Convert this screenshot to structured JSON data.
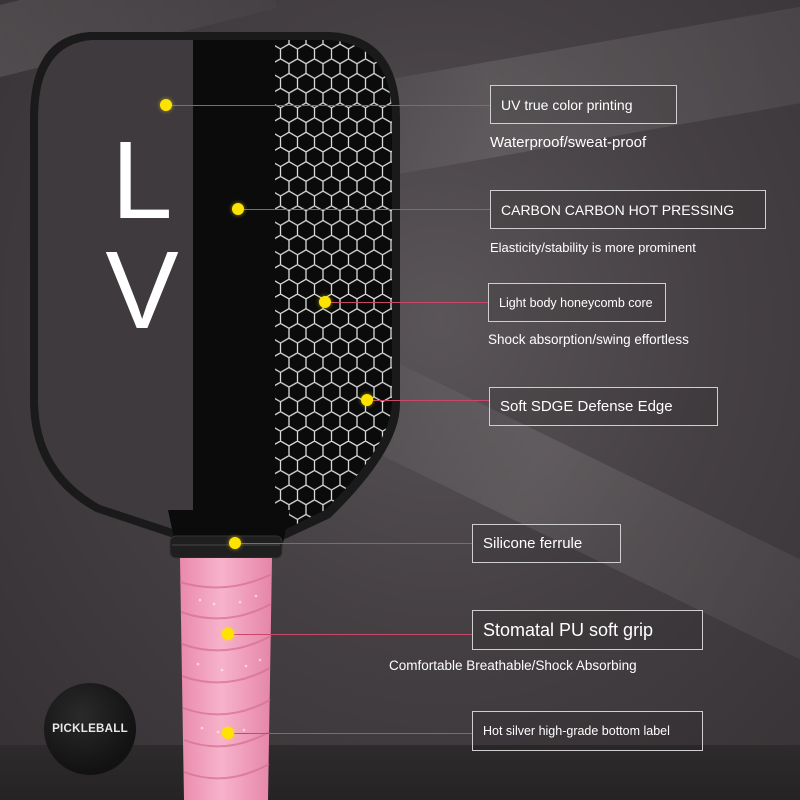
{
  "paddle": {
    "face_letters": [
      "L",
      "V"
    ]
  },
  "callouts": [
    {
      "label": "UV true color printing",
      "caption": "Waterproof/sweat-proof"
    },
    {
      "label": "CARBON CARBON HOT PRESSING",
      "caption": "Elasticity/stability is more prominent"
    },
    {
      "label": "Light body honeycomb core",
      "caption": "Shock absorption/swing effortless"
    },
    {
      "label": "Soft SDGE Defense Edge",
      "caption": ""
    },
    {
      "label": "Silicone ferrule",
      "caption": ""
    },
    {
      "label": "Stomatal PU soft grip",
      "caption": "Comfortable Breathable/Shock Absorbing"
    },
    {
      "label": "Hot silver high-grade bottom label",
      "caption": ""
    }
  ],
  "badge": {
    "text": "PICKLEBALL"
  },
  "colors": {
    "dot": "#ffe300",
    "leader": "#c9476b",
    "grip": "#f2a0bd",
    "face": "#0b0b0b"
  }
}
